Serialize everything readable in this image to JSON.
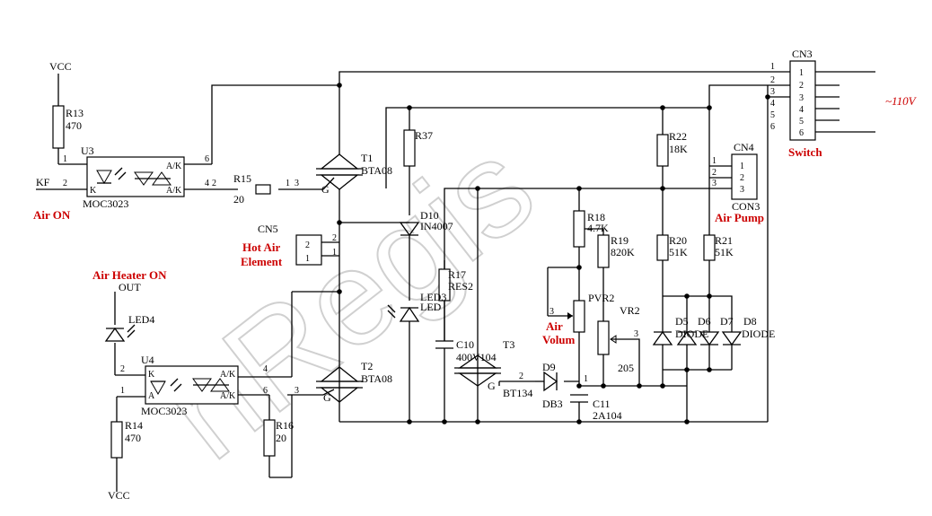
{
  "watermark": "nRegis",
  "labels": {
    "vcc_top": "VCC",
    "vcc_bottom": "VCC",
    "r13": "R13",
    "r13_val": "470",
    "u3": "U3",
    "u3_part": "MOC3023",
    "kf": "KF",
    "r15": "R15",
    "r15_val": "20",
    "t1": "T1",
    "t1_part": "BTA08",
    "r37": "R37",
    "d10": "D10",
    "d10_part": "IN4007",
    "cn5": "CN5",
    "r17": "R17",
    "r17_val": "RES2",
    "led3": "LED3",
    "led3_b": "LED",
    "c10": "C10",
    "c10_val": "400V104",
    "t3": "T3",
    "t3_part": "BT134",
    "d9": "D9",
    "d9_part": "DB3",
    "c11": "C11",
    "c11_val": "2A104",
    "r18": "R18",
    "r18_val": "4.7K",
    "r19": "R19",
    "r19_val": "820K",
    "pvr2": "PVR2",
    "vr2": "VR2",
    "vr2_val": "205",
    "r22": "R22",
    "r22_val": "18K",
    "r20": "R20",
    "r20_val": "51K",
    "r21": "R21",
    "r21_val": "51K",
    "d5": "D5",
    "d6": "D6",
    "d7": "D7",
    "d8": "D8",
    "diode": "DIODE",
    "cn3": "CN3",
    "cn4": "CN4",
    "con3": "CON3",
    "led4": "LED4",
    "out": "OUT",
    "u4": "U4",
    "u4_part": "MOC3023",
    "r14": "R14",
    "r14_val": "470",
    "r16": "R16",
    "r16_val": "20",
    "t2": "T2",
    "t2_part": "BTA08",
    "g": "G",
    "k": "K",
    "a": "A",
    "ak": "A/K"
  },
  "annotations": {
    "air_on": "Air ON",
    "hot_air_1": "Hot Air",
    "hot_air_2": "Element",
    "air_heater_on": "Air Heater ON",
    "air_pump": "Air Pump",
    "air_volum_1": "Air",
    "air_volum_2": "Volum",
    "switch": "Switch",
    "voltage": "~110V"
  },
  "pins": [
    "1",
    "2",
    "3",
    "4",
    "5",
    "6"
  ],
  "colors": {
    "annotation": "#cc0000",
    "wire": "#000000",
    "watermark": "#d0d0d0"
  }
}
